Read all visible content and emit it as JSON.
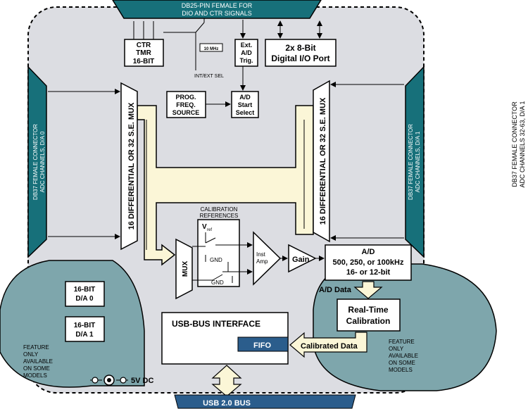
{
  "connectors": {
    "db25_line1": "DB25-PIN FEMALE FOR",
    "db25_line2": "DIO AND CTR SIGNALS",
    "db37_left_line1": "DB37 FEMALE CONNECTOR",
    "db37_left_line2": "ADC CHANNELS, D/A 0",
    "db37_right_line1": "DB37 FEMALE CONNECTOR",
    "db37_right_line2": "ADC CHANNELS, D/A 1",
    "db37_outer_line1": "DB37 FEMALE CONNECTOR",
    "db37_outer_line2": "ADC CHANNELS 32-63, D/A 1",
    "usb_bus": "USB 2.0 BUS"
  },
  "blocks": {
    "ctr_tmr": [
      "CTR",
      "TMR",
      "16-BIT"
    ],
    "ext_trig": [
      "Ext.",
      "A/D",
      "Trig."
    ],
    "dio": [
      "2x 8-Bit",
      "Digital I/O Port"
    ],
    "prog_freq": [
      "PROG.",
      "FREQ.",
      "SOURCE"
    ],
    "ad_start": [
      "A/D",
      "Start",
      "Select"
    ],
    "mux_main": "16 DIFFERENTIAL OR 32 S.E. MUX",
    "mux_small": "MUX",
    "calibration_title": [
      "CALIBRATION",
      "REFERENCES"
    ],
    "vref": "V",
    "vref_sub": "ref",
    "gnd": "GND",
    "inst_amp": [
      "Inst",
      "Amp"
    ],
    "gain": "Gain",
    "adc": [
      "A/D",
      "500, 250, or 100kHz",
      "16- or 12-bit"
    ],
    "ad_data": "A/D Data",
    "realtime": [
      "Real-Time",
      "Calibration"
    ],
    "calibrated": "Calibrated Data",
    "usb_interface": "USB-BUS INTERFACE",
    "fifo": "FIFO",
    "da0": [
      "16-BIT",
      "D/A 0"
    ],
    "da1": [
      "16-BIT",
      "D/A 1"
    ],
    "power": "5V DC",
    "clock": "10 MHz",
    "int_ext_sel": "INT/EXT SEL"
  },
  "notes": {
    "feature_left": [
      "FEATURE",
      "ONLY",
      "AVAILABLE",
      "ON SOME",
      "MODELS"
    ],
    "feature_right": [
      "FEATURE",
      "ONLY",
      "AVAILABLE",
      "ON SOME",
      "MODELS"
    ]
  },
  "colors": {
    "board": "#dcdde2",
    "connector": "#17707a",
    "bus_fill": "#fbf6d7",
    "optional_blob": "#7ea6ac",
    "usb_bar": "#2b5d8c"
  }
}
